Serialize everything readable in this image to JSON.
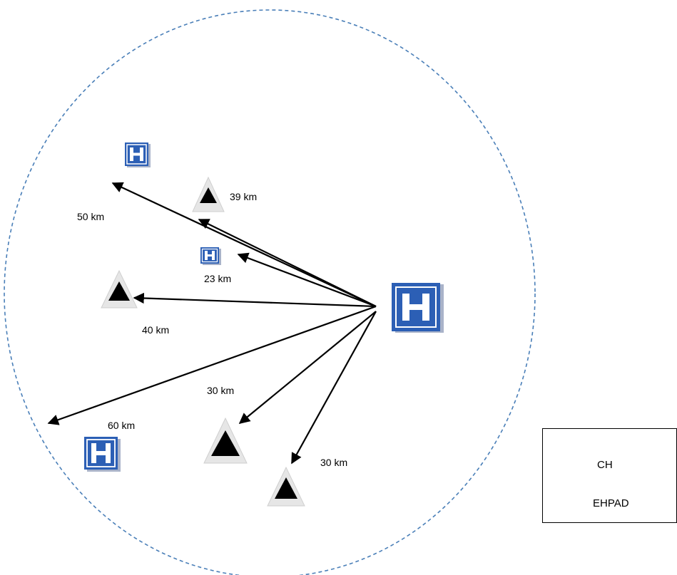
{
  "colors": {
    "hospital_blue": "#2c5fb5",
    "hospital_shadow": "#a9b3c9",
    "boundary": "#4a7fb8",
    "arrow": "#000000",
    "triangle_fill": "#000000",
    "triangle_frame": "#f2f2f2"
  },
  "icons": {
    "hospital": "hospital-h-icon",
    "ehpad": "triangle-icon"
  },
  "distances": {
    "d50": "50 km",
    "d39": "39 km",
    "d23": "23 km",
    "d40": "40 km",
    "d30a": "30 km",
    "d60": "60 km",
    "d30b": "30 km"
  },
  "legend": {
    "ch_label": "CH",
    "ehpad_label": "EHPAD"
  }
}
